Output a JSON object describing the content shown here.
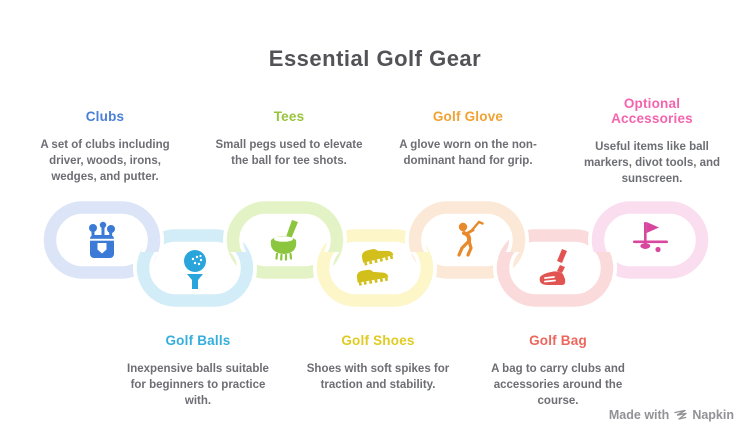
{
  "title": "Essential Golf Gear",
  "items": [
    {
      "label": "Clubs",
      "description": "A set of clubs including driver, woods, irons, wedges, and putter.",
      "row": "top",
      "heading_color": "#4a7fd8",
      "ring_color": "#dbe5f7",
      "icon_color": "#3b7ad6",
      "icon": "golf-clubs-bag-icon"
    },
    {
      "label": "Golf Balls",
      "description": "Inexpensive balls suitable for beginners to practice with.",
      "row": "bottom",
      "heading_color": "#35aede",
      "ring_color": "#d3edf8",
      "icon_color": "#2aa5dc",
      "icon": "golf-ball-on-tee-icon"
    },
    {
      "label": "Tees",
      "description": "Small pegs used to elevate the ball for tee shots.",
      "row": "top",
      "heading_color": "#97c43c",
      "ring_color": "#e4f3c6",
      "icon_color": "#8cc63e",
      "icon": "golf-club-head-icon"
    },
    {
      "label": "Golf Shoes",
      "description": "Shoes with soft spikes for traction and stability.",
      "row": "bottom",
      "heading_color": "#e0cb22",
      "ring_color": "#fcf6c8",
      "icon_color": "#d2bf1c",
      "icon": "golf-shoes-icon"
    },
    {
      "label": "Golf Glove",
      "description": "A glove worn on the non-dominant hand for grip.",
      "row": "top",
      "heading_color": "#f2a233",
      "ring_color": "#fce8d6",
      "icon_color": "#e8892b",
      "icon": "golfer-swing-icon"
    },
    {
      "label": "Golf Bag",
      "description": "A bag to carry clubs and accessories around the course.",
      "row": "bottom",
      "heading_color": "#ed665c",
      "ring_color": "#fadada",
      "icon_color": "#e25451",
      "icon": "golf-club-icon"
    },
    {
      "label": "Optional Accessories",
      "description": "Useful items like ball markers, divot tools, and sunscreen.",
      "row": "top",
      "heading_color": "#f464ae",
      "ring_color": "#fadeef",
      "icon_color": "#d8479e",
      "icon": "golf-flag-hole-icon"
    }
  ],
  "watermark": {
    "prefix": "Made with",
    "brand": "Napkin"
  },
  "colors": {
    "background": "#ffffff",
    "title": "#525257",
    "description": "#6d6e74",
    "watermark": "#929296"
  }
}
